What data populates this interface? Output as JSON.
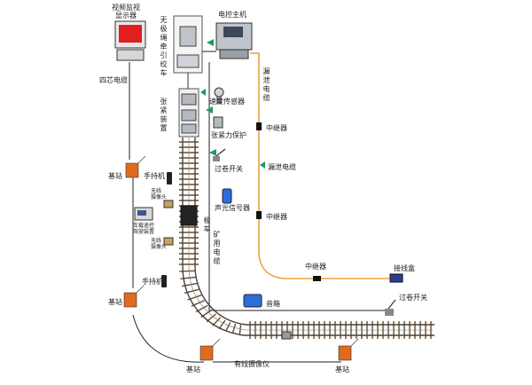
{
  "labels": {
    "video_monitor": "视频监视\n显示器",
    "four_core_cable": "四芯电缆",
    "endless_winch": "无极绳牵引绞车",
    "control_host": "电控主机",
    "leaky_cable_top": "漏泄电缆",
    "tension_device": "张紧装置",
    "speed_sensor": "速度传感器",
    "tension_protect": "张紧力保护",
    "overwind_switch_top": "过卷开关",
    "repeater_1": "中继器",
    "leaky_cable_mid": "漏泄电缆",
    "base_station_1": "基站",
    "handheld_1": "手持机",
    "wireless_camera_1": "无线\n摄像头",
    "vehicle_remote": "车载遥控\n驾驶装置",
    "shuttle": "梭车",
    "wireless_camera_2": "无线\n摄像头",
    "sound_light_signal": "声光信号器",
    "repeater_2": "中继器",
    "mine_cable": "矿用电缆",
    "repeater_3": "中继器",
    "junction_box": "接线盒",
    "handheld_2": "手持机",
    "base_station_2": "基站",
    "overwind_switch_bottom": "过卷开关",
    "speaker": "音箱",
    "base_station_3": "基站",
    "wired_camera": "有线摄像仪",
    "base_station_4": "基站"
  },
  "colors": {
    "leaky_cable": "#f0a040",
    "wire": "#222222",
    "rail": "#444444",
    "tie": "#6b4a2a",
    "triangle": "#1f9a5a",
    "equipment_gray": "#9aa0a8",
    "monitor_red": "#e02020",
    "base_orange": "#e06a1e",
    "blue_device": "#2a6fd8"
  },
  "icons": [
    "monitor-icon",
    "control-host-icon",
    "base-station-icon",
    "handheld-icon",
    "camera-icon",
    "speaker-icon",
    "repeater-icon",
    "switch-icon",
    "sensor-icon",
    "junction-box-icon"
  ]
}
